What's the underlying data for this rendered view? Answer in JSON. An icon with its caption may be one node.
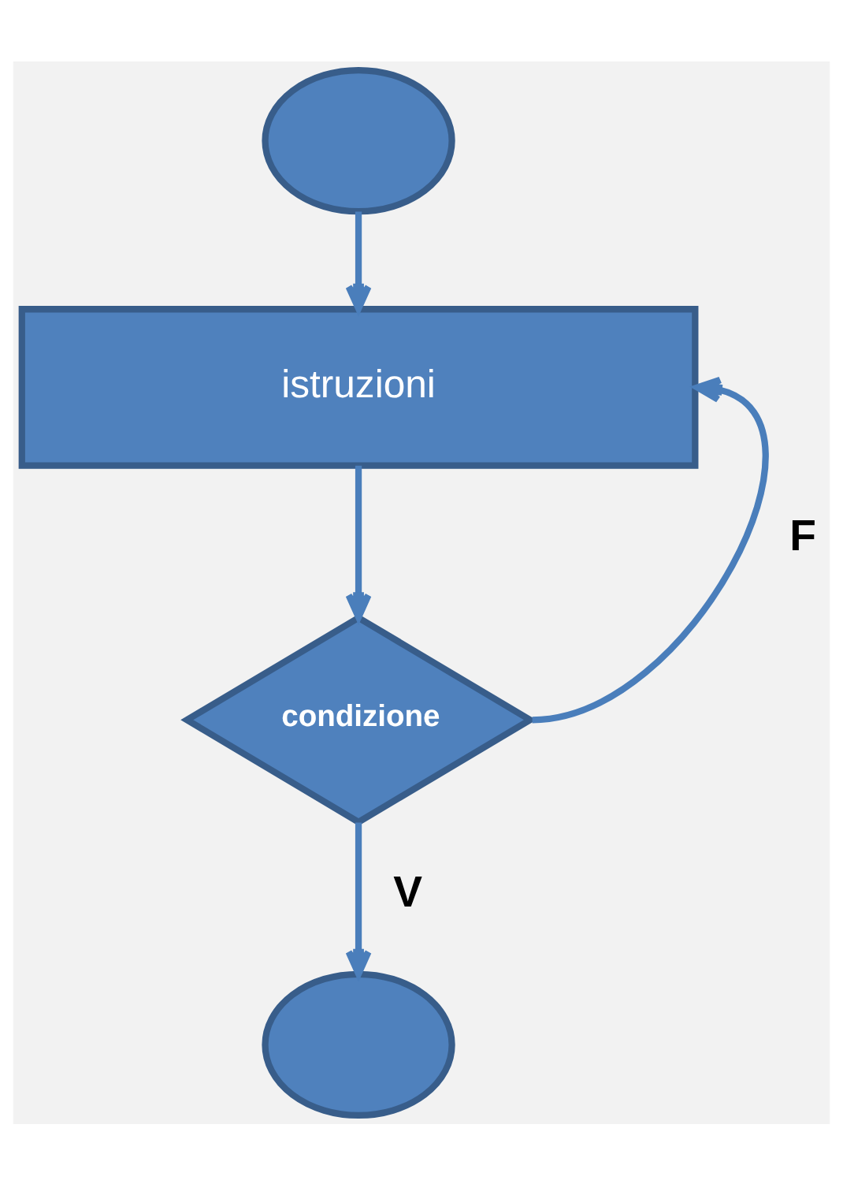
{
  "diagram": {
    "nodes": [
      {
        "text": [],
        "shape": "circle"
      },
      {
        "text": [
          "istruzioni"
        ]
      },
      {
        "text": [
          "condizione"
        ]
      },
      {
        "text": [],
        "shape": "circle"
      }
    ],
    "edges": [
      {
        "from": 0,
        "to": 1,
        "arrow": "to"
      },
      {
        "from": 1,
        "to": 2,
        "arrow": "to"
      },
      {
        "from": 2,
        "to": 1,
        "label": "F",
        "arrow": "to"
      },
      {
        "from": 2,
        "to": 3,
        "label": "V",
        "arrow": "to"
      }
    ]
  }
}
